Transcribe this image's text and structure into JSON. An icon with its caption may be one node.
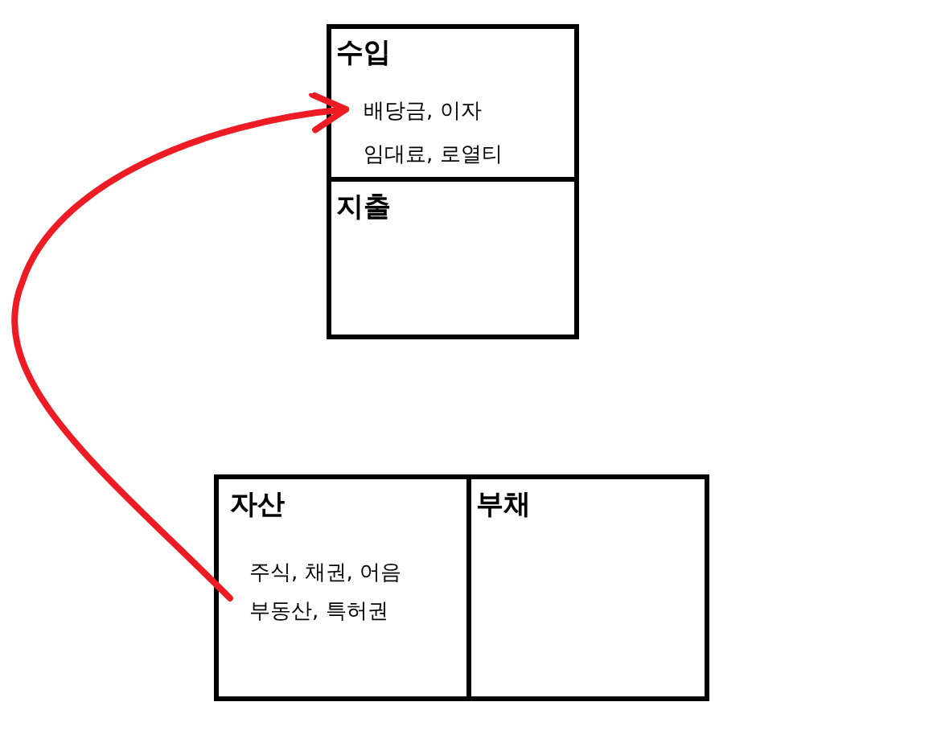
{
  "diagram": {
    "nodes": [
      {
        "text": [
          "수입",
          "배당금, 이자",
          "임대료, 로열티"
        ]
      },
      {
        "text": [
          "지출"
        ]
      },
      {
        "text": [
          "자산",
          "주식, 채권, 어음",
          "부동산, 특허권"
        ]
      },
      {
        "text": [
          "부채"
        ]
      }
    ],
    "edges": [
      {
        "from": 2,
        "to": 0,
        "arrow": "to",
        "color": "#ed1c24"
      }
    ]
  }
}
